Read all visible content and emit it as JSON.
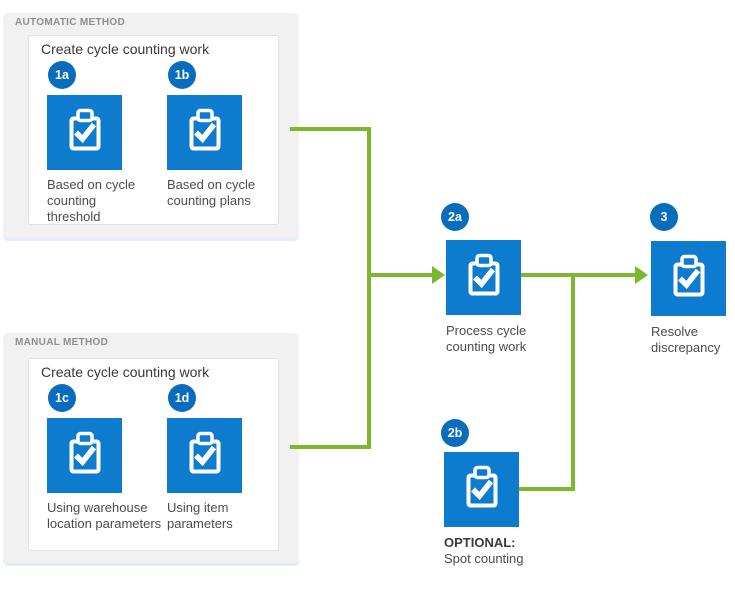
{
  "colors": {
    "tile_blue": "#0e7cce",
    "badge_blue": "#0a6cbd",
    "connector_green": "#7cb82d",
    "panel_gray": "#f1f1f2",
    "header_gray": "#8e8e8e",
    "title_text": "#383838",
    "label_text": "#4c4c4c",
    "icon_white": "#ffffff"
  },
  "panels": [
    {
      "header": "AUTOMATIC METHOD",
      "box_title": "Create cycle counting work",
      "steps": [
        {
          "badge": "1a",
          "label": "Based on cycle counting threshold"
        },
        {
          "badge": "1b",
          "label": "Based on cycle counting plans"
        }
      ]
    },
    {
      "header": "MANUAL METHOD",
      "box_title": "Create cycle counting work",
      "steps": [
        {
          "badge": "1c",
          "label": "Using warehouse location parameters"
        },
        {
          "badge": "1d",
          "label": "Using item parameters"
        }
      ]
    }
  ],
  "nodes": {
    "process": {
      "badge": "2a",
      "label": "Process cycle counting work"
    },
    "optional": {
      "badge": "2b",
      "label_prefix": "OPTIONAL:",
      "label": "Spot counting"
    },
    "resolve": {
      "badge": "3",
      "label": "Resolve discrepancy"
    }
  }
}
